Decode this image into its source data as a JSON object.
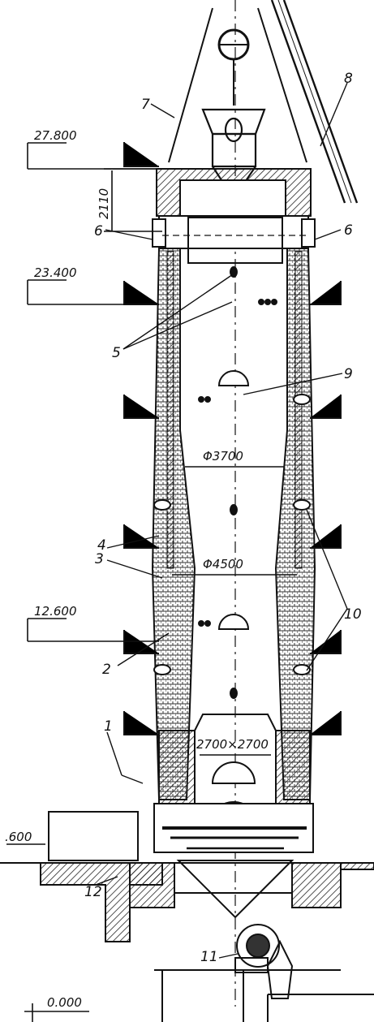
{
  "elevations": {
    "top": "27.800",
    "upper": "23.400",
    "middle": "12.600",
    "ground": ".600",
    "base": "0.000"
  },
  "dimensions": {
    "head_height": "2110",
    "inner_diameter_upper": "Φ3700",
    "inner_diameter_lower": "Φ4500",
    "outlet_size": "2700×2700"
  },
  "callouts": {
    "c1": "1",
    "c2": "2",
    "c3": "3",
    "c4": "4",
    "c5": "5",
    "c6_left": "6",
    "c6_right": "6",
    "c7": "7",
    "c8": "8",
    "c9": "9",
    "c10": "10",
    "c11": "11",
    "c12": "12"
  }
}
